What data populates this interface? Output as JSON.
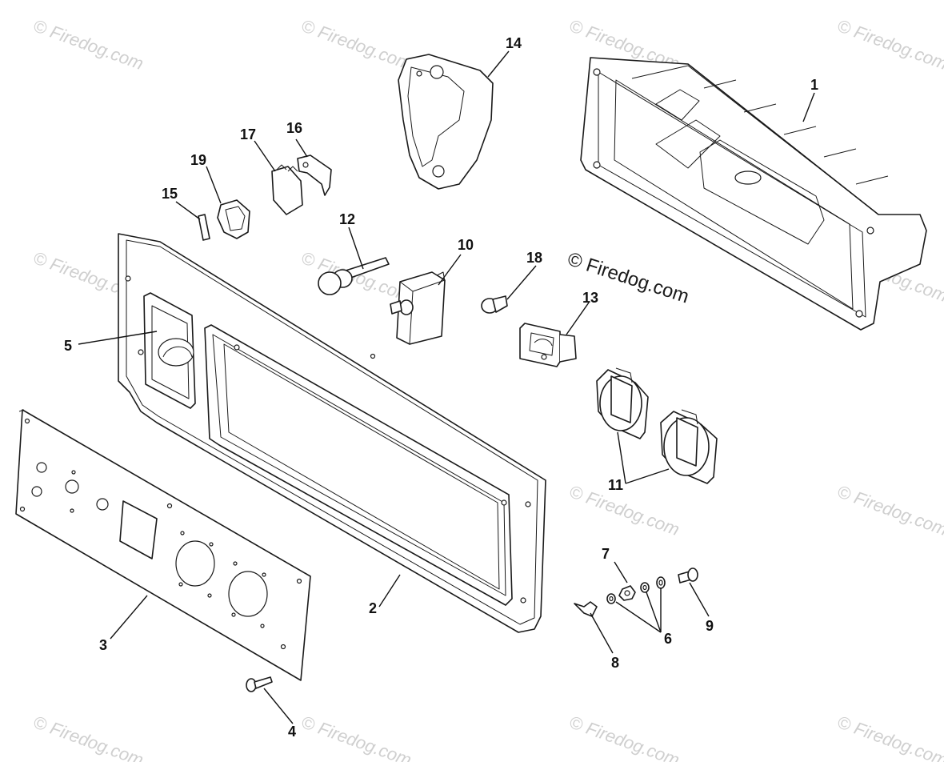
{
  "watermark": "© Firedog.com",
  "center_watermark": "© Firedog.com",
  "callouts": [
    {
      "id": "1",
      "label": "1"
    },
    {
      "id": "2",
      "label": "2"
    },
    {
      "id": "3",
      "label": "3"
    },
    {
      "id": "4",
      "label": "4"
    },
    {
      "id": "5",
      "label": "5"
    },
    {
      "id": "6",
      "label": "6"
    },
    {
      "id": "7",
      "label": "7"
    },
    {
      "id": "8",
      "label": "8"
    },
    {
      "id": "9",
      "label": "9"
    },
    {
      "id": "10",
      "label": "10"
    },
    {
      "id": "11",
      "label": "11"
    },
    {
      "id": "12",
      "label": "12"
    },
    {
      "id": "13",
      "label": "13"
    },
    {
      "id": "14",
      "label": "14"
    },
    {
      "id": "15",
      "label": "15"
    },
    {
      "id": "16",
      "label": "16"
    },
    {
      "id": "17",
      "label": "17"
    },
    {
      "id": "18",
      "label": "18"
    },
    {
      "id": "19",
      "label": "19"
    }
  ],
  "colors": {
    "line": "#1a1a1a",
    "watermark": "#cfcfcf",
    "background": "#ffffff"
  }
}
